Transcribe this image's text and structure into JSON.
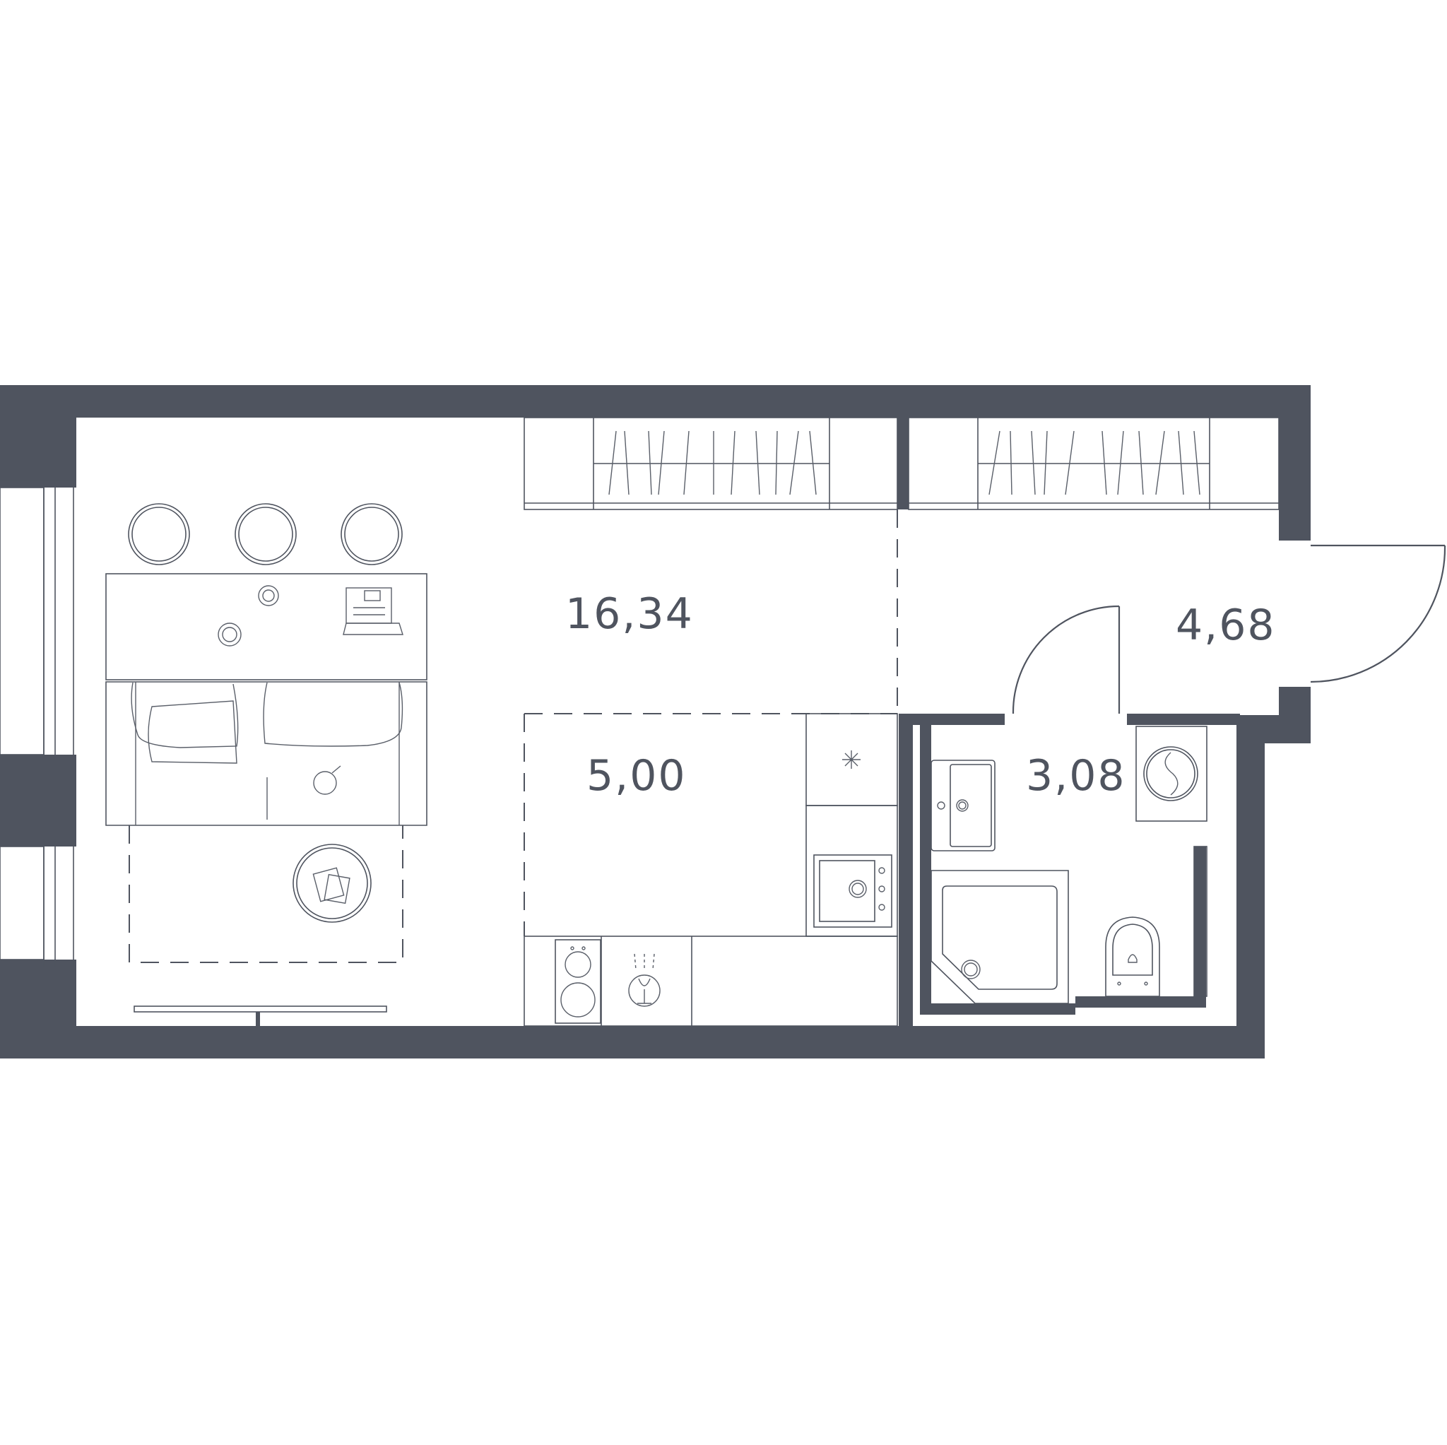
{
  "colors": {
    "wall": "#4f545f",
    "background": "#ffffff"
  },
  "rooms": [
    {
      "id": "living-room",
      "area": "16,34"
    },
    {
      "id": "kitchen",
      "area": "5,00"
    },
    {
      "id": "bathroom",
      "area": "3,08"
    },
    {
      "id": "hallway",
      "area": "4,68"
    }
  ],
  "icons": [
    "window",
    "door-swing",
    "sofa",
    "round-table",
    "stool",
    "desk",
    "laptop",
    "tv",
    "wardrobe",
    "stove",
    "sink",
    "washing-machine",
    "shower-tray",
    "toilet",
    "faucet"
  ]
}
